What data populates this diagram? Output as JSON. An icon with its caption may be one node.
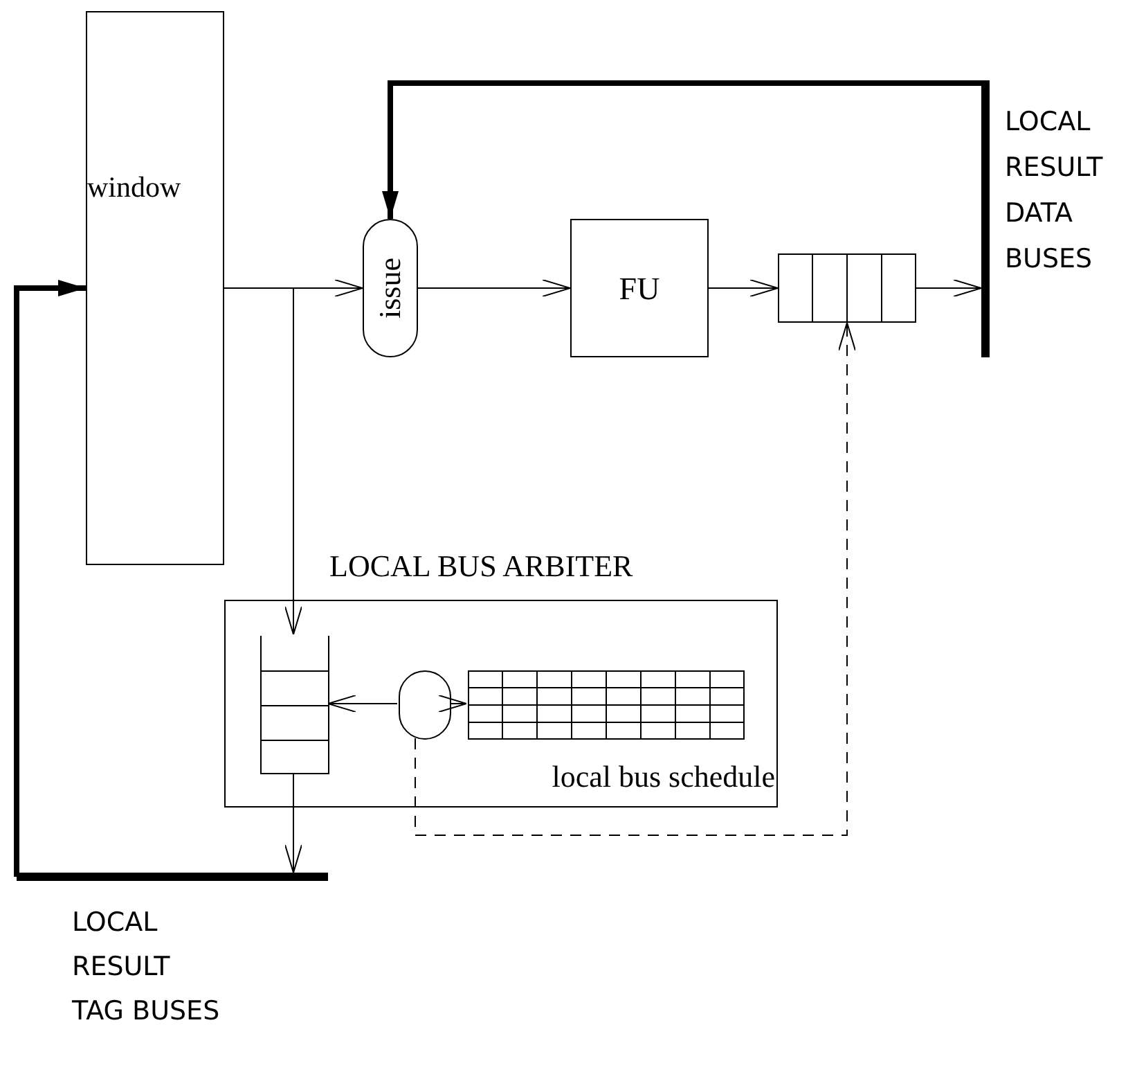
{
  "diagram": {
    "nodes": [
      {
        "text": [
          "window"
        ]
      },
      {
        "text": [
          "issue"
        ]
      },
      {
        "text": [
          "FU"
        ]
      },
      {
        "text": [],
        "shape": "box"
      },
      {
        "text": [],
        "shape": "bar",
        "beside": [
          "LOCAL RESULT DATA BUSES"
        ]
      },
      {
        "text": [
          "LOCAL BUS ARBITER"
        ]
      },
      {
        "text": [],
        "shape": "box",
        "in": 5
      },
      {
        "text": [],
        "shape": "circle",
        "in": 5
      },
      {
        "text": [],
        "shape": "box",
        "in": 5,
        "beside": [
          "local bus schedule"
        ]
      },
      {
        "text": [],
        "shape": "bar",
        "beside": [
          "LOCAL RESULT TAG BUSES"
        ]
      }
    ],
    "edges": [
      {
        "from": 0,
        "to": 1,
        "arrow": "to"
      },
      {
        "from": 0,
        "to": 6,
        "arrow": "to"
      },
      {
        "from": 1,
        "to": 2,
        "arrow": "to"
      },
      {
        "from": 2,
        "to": 3,
        "arrow": "to"
      },
      {
        "from": 3,
        "to": 4,
        "arrow": "to"
      },
      {
        "from": 4,
        "to": 1,
        "arrow": "to",
        "style": "thick"
      },
      {
        "from": 9,
        "to": 0,
        "arrow": "to",
        "style": "thick"
      },
      {
        "from": 6,
        "to": 9,
        "arrow": "to"
      },
      {
        "from": 7,
        "to": 6,
        "arrow": "to"
      },
      {
        "from": 7,
        "to": 8,
        "arrow": "to"
      },
      {
        "from": 7,
        "to": 3,
        "arrow": "to",
        "style": "dashed"
      }
    ]
  }
}
